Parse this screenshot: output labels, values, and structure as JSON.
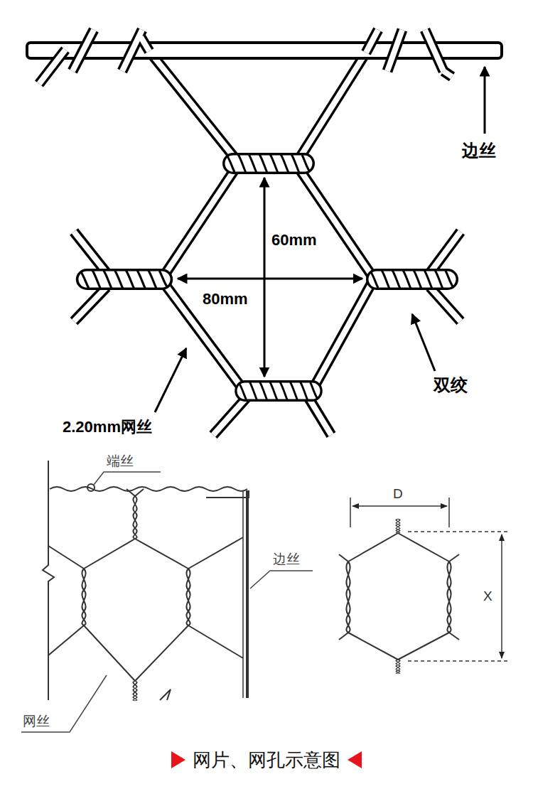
{
  "diagram": {
    "caption": "网片、网孔示意图",
    "labels": [
      "边丝",
      "60mm",
      "80mm",
      "双绞",
      "2.20mm网丝",
      "端丝",
      "边丝",
      "网丝",
      "D",
      "X"
    ]
  }
}
